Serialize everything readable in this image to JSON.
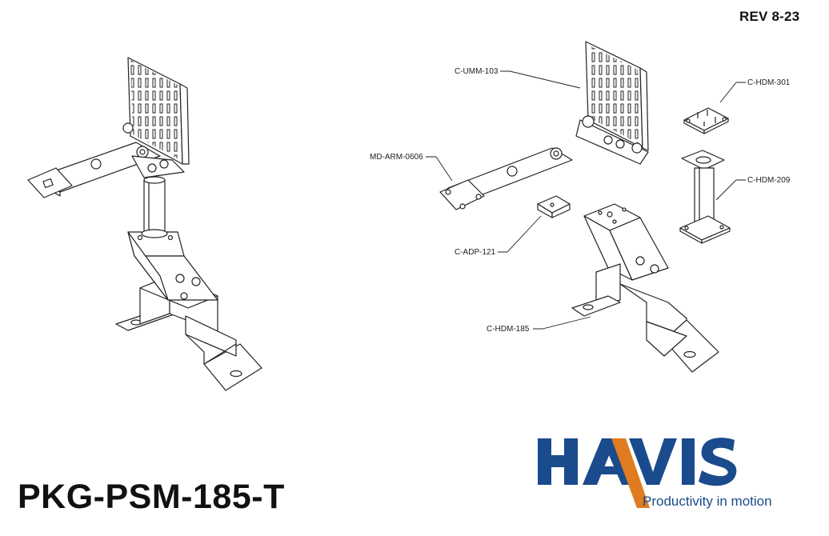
{
  "header": {
    "revision": "REV 8-23"
  },
  "footer": {
    "part_number": "PKG-PSM-185-T"
  },
  "callouts": [
    "C-UMM-103",
    "C-HDM-301",
    "MD-ARM-0606",
    "C-HDM-209",
    "C-ADP-121",
    "C-HDM-185"
  ],
  "logo": {
    "brand": "HAVIS",
    "tagline": "Productivity in motion",
    "colors": {
      "primary": "#1a4b8c",
      "accent": "#e07b1f"
    }
  }
}
